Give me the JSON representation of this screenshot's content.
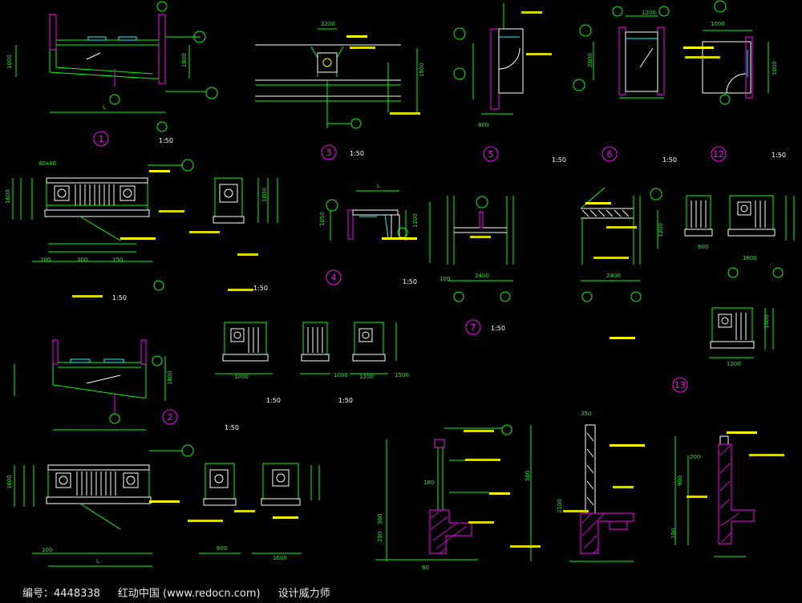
{
  "drawing": {
    "scale_labels": [
      "1:50",
      "1:50",
      "1:50",
      "1:50",
      "1:50",
      "1:50",
      "1:50",
      "1:50",
      "1:50",
      "1:50",
      "1:50",
      "1:50"
    ],
    "detail_numbers": [
      "1",
      "2",
      "3",
      "4",
      "5",
      "6",
      "7",
      "12",
      "13"
    ],
    "dimensions": {
      "d1000": "1000",
      "d1200": "1200",
      "d1050": "1050",
      "d1500": "1500",
      "d1600": "1600",
      "d2400": "2400",
      "d800": "800",
      "d600": "600",
      "d300": "300",
      "d150": "150",
      "d100": "100",
      "d250": "250",
      "d1800": "1800",
      "d2000": "2000",
      "d500": "500",
      "d350": "350",
      "d180": "180",
      "d200": "200",
      "d900": "900",
      "d60": "60",
      "d40x40": "40x40",
      "d2100": "2100",
      "dL": "L"
    },
    "colors": {
      "background": "#000000",
      "line_green": "#00ff00",
      "line_white": "#ffffff",
      "line_cyan": "#00ffff",
      "line_magenta": "#ff00ff",
      "line_yellow": "#ffff00",
      "line_red": "#ff3030",
      "hatch_magenta": "#d000d0"
    }
  },
  "footer": {
    "serial": "编号：4448338",
    "site": "红动中国 (www.redocn.com)",
    "designer": "设计威力师"
  }
}
